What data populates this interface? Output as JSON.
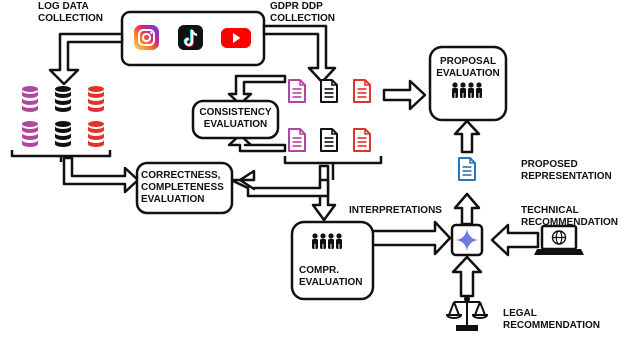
{
  "labels": {
    "log_data_collection": [
      "LOG DATA",
      "COLLECTION"
    ],
    "gdpr_ddp_collection": [
      "GDPR DDP",
      "COLLECTION"
    ],
    "proposal_evaluation": [
      "PROPOSAL",
      "EVALUATION"
    ],
    "consistency_evaluation": [
      "CONSISTENCY",
      "EVALUATION"
    ],
    "correctness_completeness_evaluation": [
      "CORRECTNESS,",
      "COMPLETENESS",
      "EVALUATION"
    ],
    "interpretations": "INTERPRETATIONS",
    "compr_evaluation": [
      "COMPR.",
      "EVALUATION"
    ],
    "proposed_representation": [
      "PROPOSED",
      "REPRESENTATION"
    ],
    "technical_recommendation": [
      "TECHNICAL",
      "RECOMMENDATION"
    ],
    "legal_recommendation": [
      "LEGAL",
      "RECOMMENDATION"
    ]
  },
  "platforms": [
    "instagram-icon",
    "tiktok-icon",
    "youtube-icon"
  ],
  "colors": {
    "outline": "#111111",
    "purple": "#b0479f",
    "black": "#111111",
    "red": "#e0342b",
    "blue_doc": "#2e75b6",
    "gemini_blue": "#4285f4",
    "gemini_purple": "#9b72cb"
  }
}
